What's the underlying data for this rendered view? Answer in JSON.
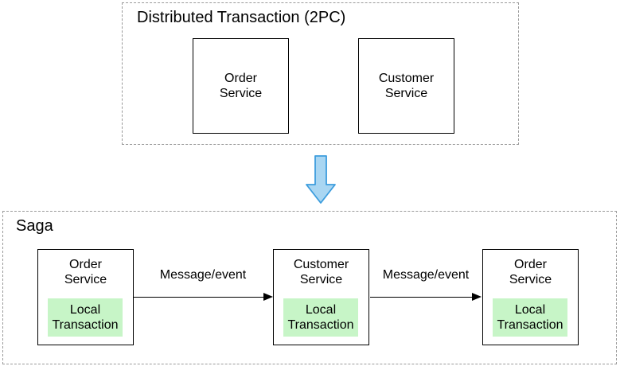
{
  "top_section": {
    "title": "Distributed Transaction (2PC)",
    "boxes": [
      {
        "line1": "Order",
        "line2": "Service"
      },
      {
        "line1": "Customer",
        "line2": "Service"
      }
    ]
  },
  "bottom_section": {
    "title": "Saga",
    "nodes": [
      {
        "line1": "Order",
        "line2": "Service",
        "sub1": "Local",
        "sub2": "Transaction"
      },
      {
        "line1": "Customer",
        "line2": "Service",
        "sub1": "Local",
        "sub2": "Transaction"
      },
      {
        "line1": "Order",
        "line2": "Service",
        "sub1": "Local",
        "sub2": "Transaction"
      }
    ],
    "edges": [
      {
        "label": "Message/event"
      },
      {
        "label": "Message/event"
      }
    ]
  },
  "colors": {
    "local_transaction_fill": "#c7f5c7",
    "arrow_fill": "#a9d6f2",
    "arrow_stroke": "#3d9ddd",
    "dashed_border": "#9a9a9a",
    "solid_border": "#000000",
    "text": "#000000",
    "background": "#ffffff"
  }
}
